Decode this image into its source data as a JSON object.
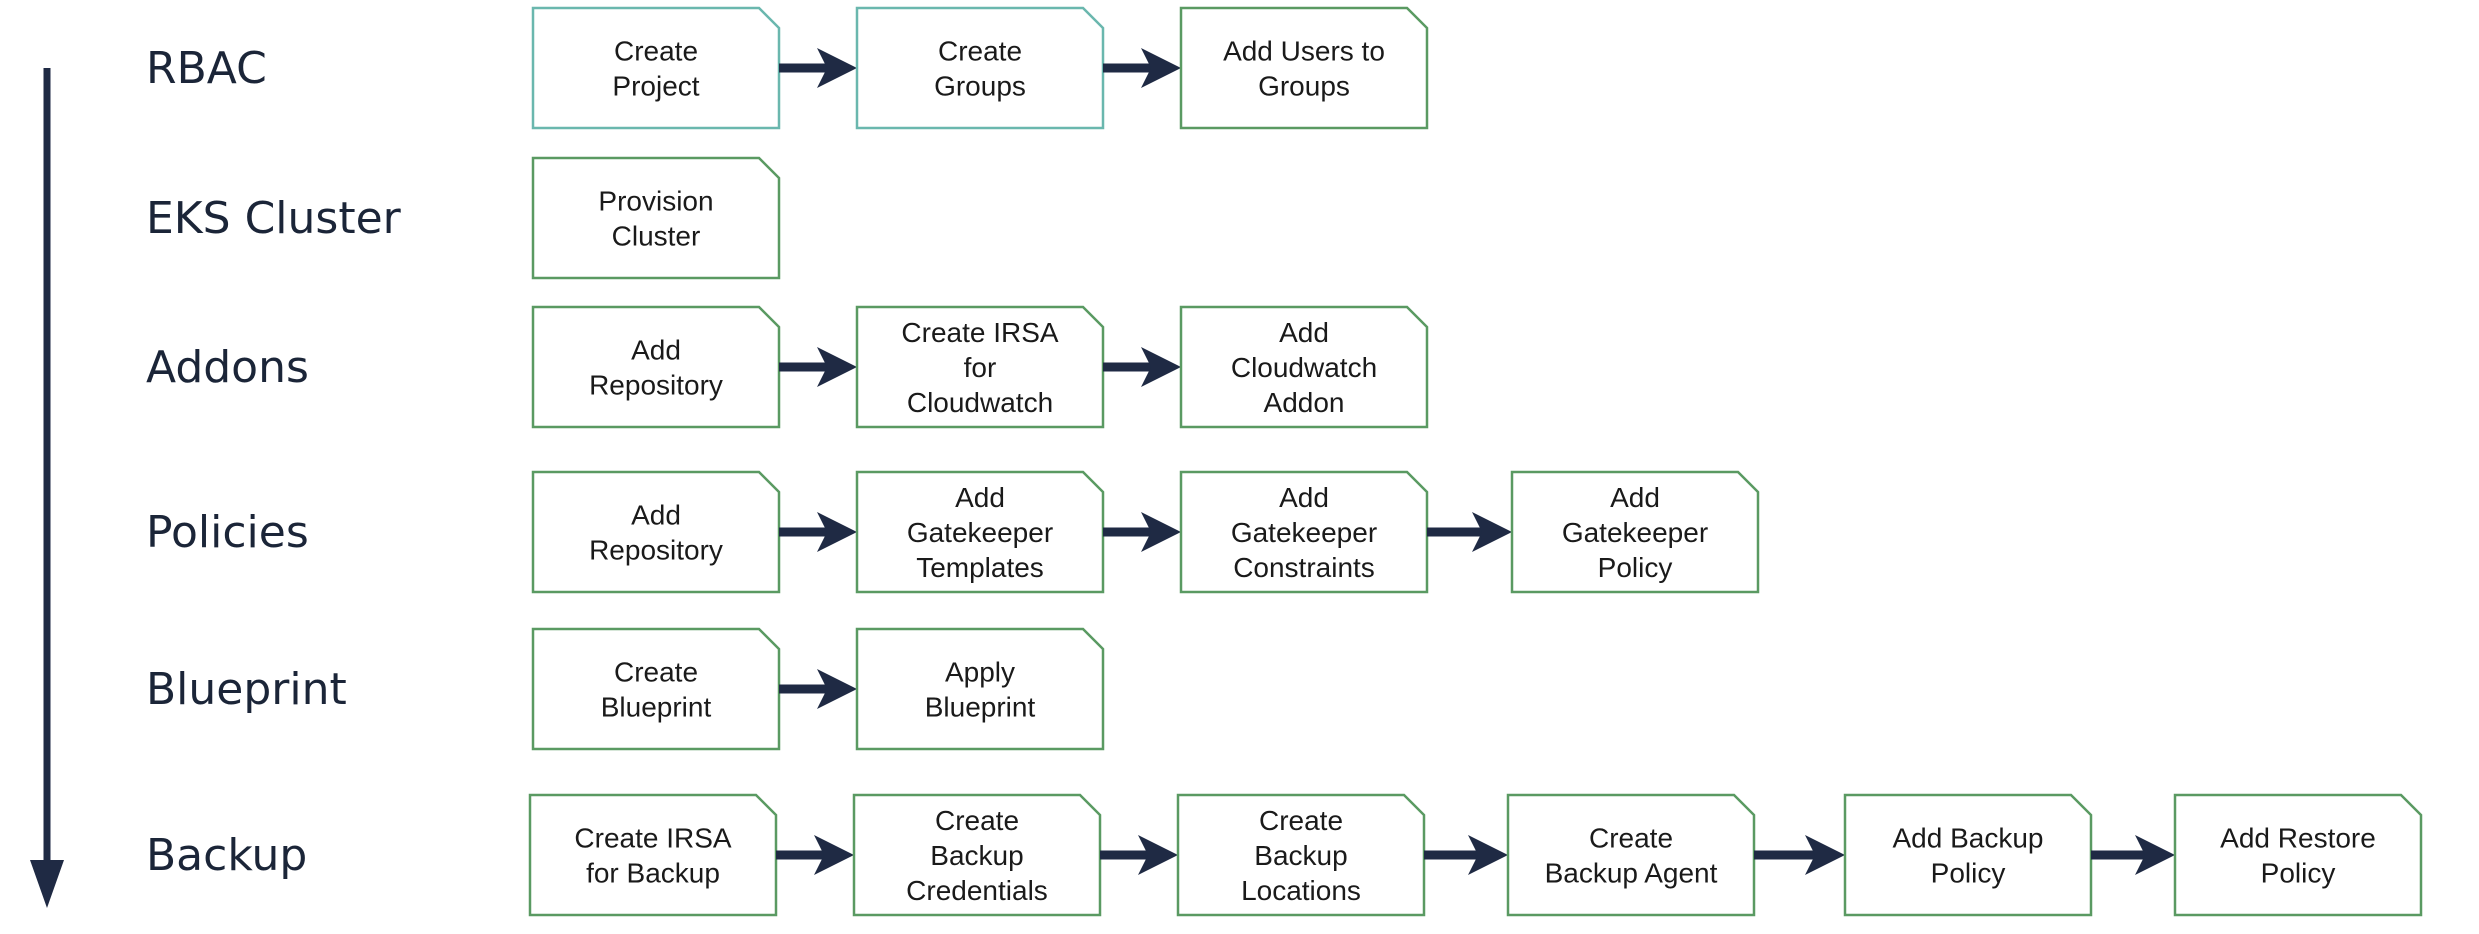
{
  "rows": [
    {
      "label": "RBAC",
      "steps": [
        {
          "lines": [
            "Create",
            "Project"
          ],
          "accent": "teal"
        },
        {
          "lines": [
            "Create",
            "Groups"
          ],
          "accent": "teal"
        },
        {
          "lines": [
            "Add Users to",
            "Groups"
          ],
          "accent": "green"
        }
      ]
    },
    {
      "label": "EKS Cluster",
      "steps": [
        {
          "lines": [
            "Provision",
            "Cluster"
          ],
          "accent": "green"
        }
      ]
    },
    {
      "label": "Addons",
      "steps": [
        {
          "lines": [
            "Add",
            "Repository"
          ],
          "accent": "green"
        },
        {
          "lines": [
            "Create IRSA",
            "for",
            "Cloudwatch"
          ],
          "accent": "green"
        },
        {
          "lines": [
            "Add",
            "Cloudwatch",
            "Addon"
          ],
          "accent": "green"
        }
      ]
    },
    {
      "label": "Policies",
      "steps": [
        {
          "lines": [
            "Add",
            "Repository"
          ],
          "accent": "green"
        },
        {
          "lines": [
            "Add",
            "Gatekeeper",
            "Templates"
          ],
          "accent": "green"
        },
        {
          "lines": [
            "Add",
            "Gatekeeper",
            "Constraints"
          ],
          "accent": "green"
        },
        {
          "lines": [
            "Add",
            "Gatekeeper",
            "Policy"
          ],
          "accent": "green"
        }
      ]
    },
    {
      "label": "Blueprint",
      "steps": [
        {
          "lines": [
            "Create",
            "Blueprint"
          ],
          "accent": "green"
        },
        {
          "lines": [
            "Apply",
            "Blueprint"
          ],
          "accent": "green"
        }
      ]
    },
    {
      "label": "Backup",
      "steps": [
        {
          "lines": [
            "Create IRSA",
            "for Backup"
          ],
          "accent": "green"
        },
        {
          "lines": [
            "Create",
            "Backup",
            "Credentials"
          ],
          "accent": "green"
        },
        {
          "lines": [
            "Create",
            "Backup",
            "Locations"
          ],
          "accent": "green"
        },
        {
          "lines": [
            "Create",
            "Backup Agent"
          ],
          "accent": "green"
        },
        {
          "lines": [
            "Add Backup",
            "Policy"
          ],
          "accent": "green"
        },
        {
          "lines": [
            "Add Restore",
            "Policy"
          ],
          "accent": "green"
        }
      ]
    }
  ],
  "colors": {
    "teal": "#6ab7ae",
    "green": "#5a9a62",
    "arrow": "#1f2a44"
  }
}
